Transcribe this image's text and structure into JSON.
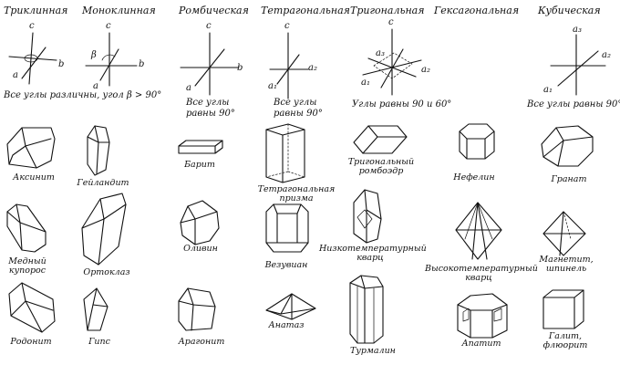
{
  "systems": [
    {
      "key": "triclinic",
      "title": "Триклинная",
      "axes": [
        "c",
        "a",
        "b"
      ],
      "caption": [
        "Все углы различны, угол β > 90°"
      ],
      "minerals": [
        {
          "name": [
            "Аксинит"
          ]
        },
        {
          "name": [
            "Медный",
            "купорос"
          ]
        },
        {
          "name": [
            "Родонит"
          ]
        }
      ]
    },
    {
      "key": "monoclinic",
      "title": "Моноклинная",
      "axes": [
        "c",
        "β",
        "a",
        "b"
      ],
      "caption": [],
      "minerals": [
        {
          "name": [
            "Гейландит"
          ]
        },
        {
          "name": [
            "Ортоклаз"
          ]
        },
        {
          "name": [
            "Гипс"
          ]
        }
      ]
    },
    {
      "key": "orthorhombic",
      "title": "Ромбическая",
      "axes": [
        "c",
        "a",
        "b"
      ],
      "caption": [
        "Все углы",
        "равны 90°"
      ],
      "minerals": [
        {
          "name": [
            "Барит"
          ]
        },
        {
          "name": [
            "Оливин"
          ]
        },
        {
          "name": [
            "Арагонит"
          ]
        }
      ]
    },
    {
      "key": "tetragonal",
      "title": "Тетрагональная",
      "axes": [
        "c",
        "a₂",
        "a₁"
      ],
      "caption": [
        "Все углы",
        "равны 90°"
      ],
      "minerals": [
        {
          "name": [
            "Тетрагональная",
            "призма"
          ]
        },
        {
          "name": [
            "Везувиан"
          ]
        },
        {
          "name": [
            "Анатаз"
          ]
        }
      ]
    },
    {
      "key": "trigonal",
      "title": "Тригональная",
      "axes": [
        "c",
        "a₃",
        "a₂",
        "a₁"
      ],
      "caption": [
        "Углы равны 90 и 60°"
      ],
      "minerals": [
        {
          "name": [
            "Тригональный",
            "ромбоэдр"
          ]
        },
        {
          "name": [
            "Низкотемпературный",
            "кварц"
          ]
        },
        {
          "name": [
            "Турмалин"
          ]
        }
      ]
    },
    {
      "key": "hexagonal",
      "title": "Гексагональная",
      "axes": [],
      "caption": [],
      "minerals": [
        {
          "name": [
            "Нефелин"
          ]
        },
        {
          "name": [
            "Высокотемпературный",
            "кварц"
          ]
        },
        {
          "name": [
            "Апатит"
          ]
        }
      ]
    },
    {
      "key": "cubic",
      "title": "Кубическая",
      "axes": [
        "a₃",
        "a₂",
        "a₁"
      ],
      "caption": [
        "Все углы равны 90°"
      ],
      "minerals": [
        {
          "name": [
            "Гранат"
          ]
        },
        {
          "name": [
            "Магнетит,",
            "шпинель"
          ]
        },
        {
          "name": [
            "Галит,",
            "флюорит"
          ]
        }
      ]
    }
  ]
}
